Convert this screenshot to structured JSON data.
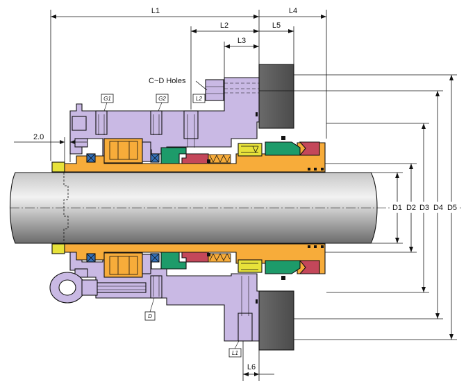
{
  "labels": {
    "L1": "L1",
    "L2": "L2",
    "L3": "L3",
    "L4": "L4",
    "L5": "L5",
    "L6": "L6",
    "holes": "C~D Holes",
    "gap": "2.0",
    "D1": "D1",
    "D2": "D2",
    "D3": "D3",
    "D4": "D4",
    "D5": "D5"
  },
  "ports": {
    "g1": "G1",
    "g2": "G2",
    "l2": "L2",
    "d": "D",
    "l1": "L1"
  },
  "colors": {
    "gland": "#c9b9e4",
    "sleeve": "#f7ac3a",
    "bearing": "#f5c07a",
    "seal_face_green": "#1d9b6a",
    "seal_face_red": "#c4475a",
    "collar_yellow": "#e7e23a",
    "oring_blue": "#3470b8",
    "housing_gray": "#595959",
    "shaft_gray": "#a9a9a9",
    "outline": "#111111"
  }
}
